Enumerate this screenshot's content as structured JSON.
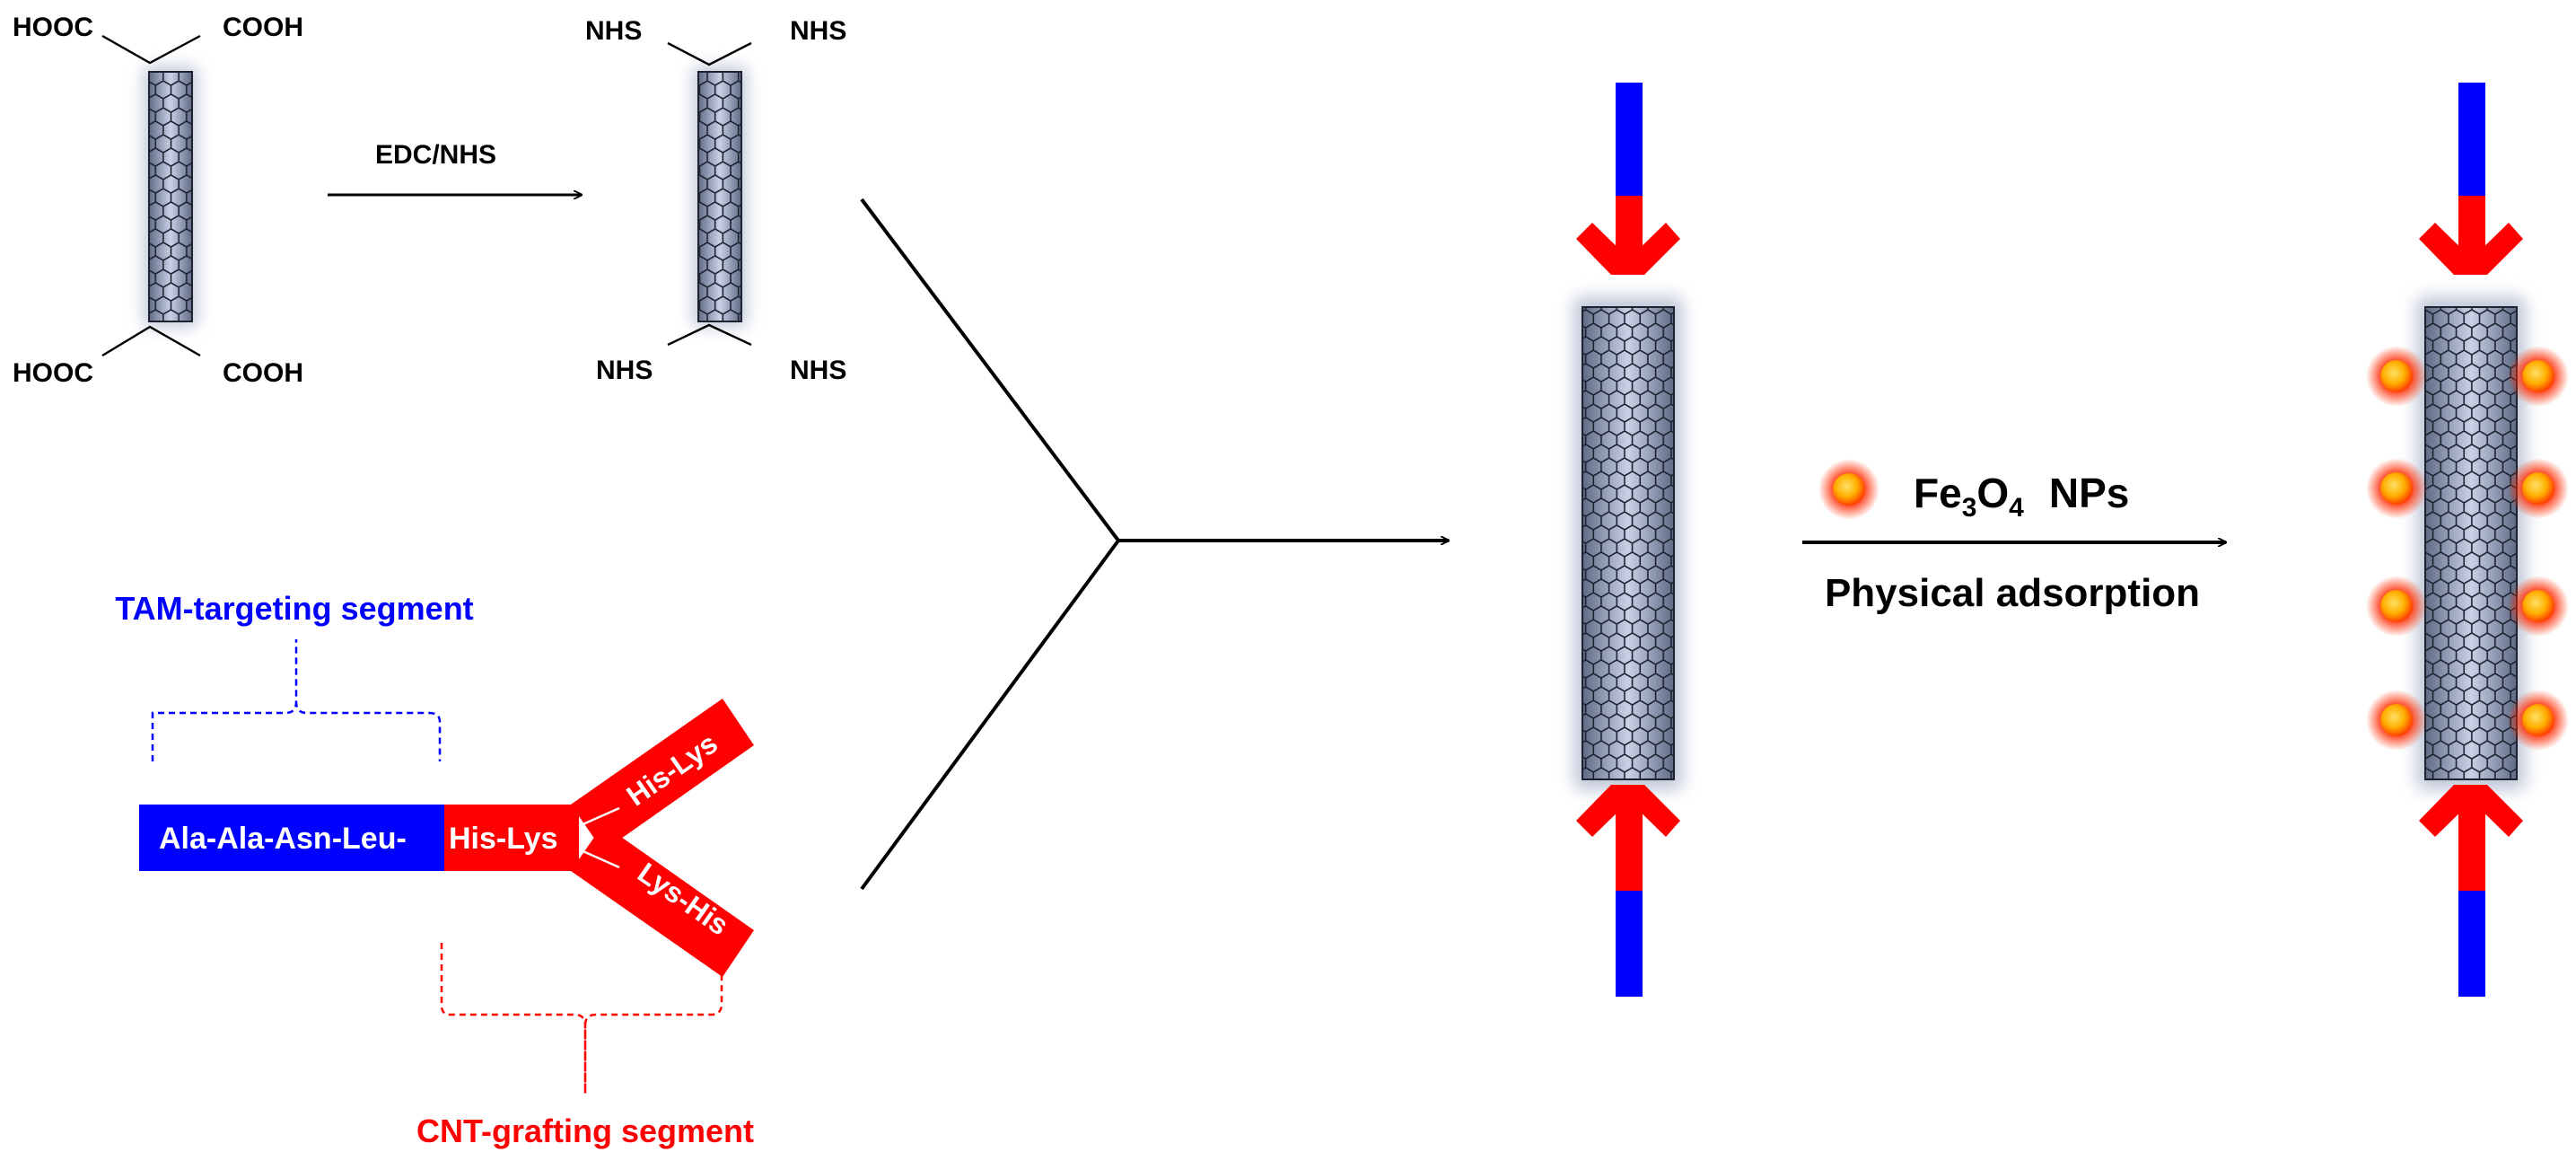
{
  "step1": {
    "groups_cooh": [
      "HOOC",
      "COOH",
      "HOOC",
      "COOH"
    ],
    "reagent": "EDC/NHS",
    "groups_nhs": [
      "NHS",
      "NHS",
      "NHS",
      "NHS"
    ]
  },
  "peptide": {
    "targeting_label": "TAM-targeting segment",
    "grafting_label": "CNT-grafting segment",
    "sequence_blue": "Ala-Ala-Asn-Leu-",
    "sequence_red": "His-Lys",
    "branch_upper": "His-Lys",
    "branch_lower": "Lys-His"
  },
  "step2": {
    "np_symbol": "Fe",
    "np_sub1": "3",
    "np_o": "O",
    "np_sub2": "4",
    "np_suffix": "NPs",
    "method": "Physical adsorption"
  },
  "colors": {
    "blue_segment": "#0000ff",
    "red_segment": "#ff0000",
    "targeting_text": "#0000ff",
    "grafting_text": "#ff0000",
    "tube_fill": "#8a96b4",
    "nanoparticle_core": "#ffb000"
  }
}
